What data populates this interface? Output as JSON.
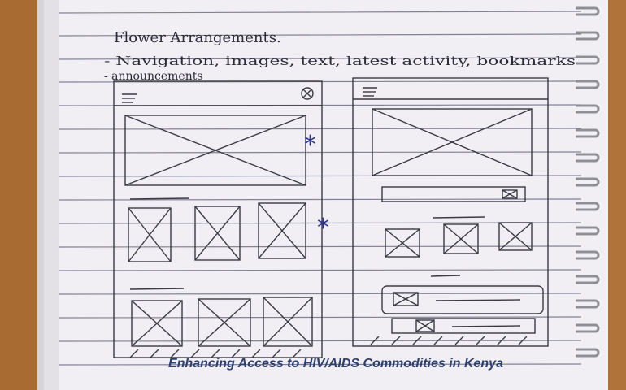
{
  "photo": {
    "heading": "Flower Arrangements.",
    "note_line_1": "- Navigation, images, text, latest activity, bookmarks",
    "note_line_2": "- announcements",
    "star_mark": "*",
    "caption": "Enhancing Access to HIV/AIDS Commodities in Kenya"
  },
  "colors": {
    "wood": "#b77a3c",
    "paper": "#f1eff3",
    "rule_line": "#5b5e78",
    "pencil": "#3a3a44",
    "pen_star": "#2a2f8c",
    "caption_text": "#2c3f6e"
  }
}
